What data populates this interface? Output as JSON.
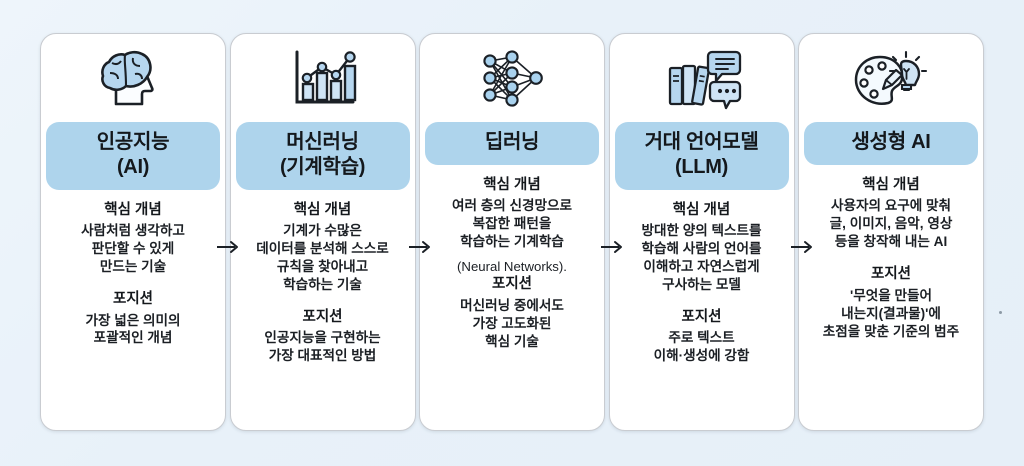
{
  "page": {
    "background_color": "#eaf3fa",
    "card_background": "#ffffff",
    "header_band_color": "#aed4ec",
    "icon_accent_color": "#a9d2ee",
    "text_color": "#14181c",
    "section_labels": {
      "concept": "핵심 개념",
      "position": "포지션"
    }
  },
  "cards": [
    {
      "icon": "brain-head-icon",
      "title_lines": [
        "인공지능",
        "(AI)"
      ],
      "concept_label": "핵심 개념",
      "concept_text": "사람처럼 생각하고\n판단할 수 있게\n만드는 기술",
      "note": "",
      "position_label": "포지션",
      "position_text": "가장 넓은 의미의\n포괄적인 개념"
    },
    {
      "icon": "bar-chart-line-icon",
      "title_lines": [
        "머신러닝",
        "(기계학습)"
      ],
      "concept_label": "핵심 개념",
      "concept_text": "기계가 수많은\n데이터를 분석해 스스로\n규칙을 찾아내고\n학습하는 기술",
      "note": "",
      "position_label": "포지션",
      "position_text": "인공지능을 구현하는\n가장 대표적인 방법"
    },
    {
      "icon": "neural-network-icon",
      "title_lines": [
        "딥러닝"
      ],
      "concept_label": "핵심 개념",
      "concept_text": "여러 층의 신경망으로\n복잡한 패턴을\n학습하는 기계학습",
      "note": "(Neural Networks).",
      "position_label": "포지션",
      "position_text": "머신러닝 중에서도\n가장 고도화된\n핵심 기술"
    },
    {
      "icon": "books-chat-icon",
      "title_lines": [
        "거대 언어모델",
        "(LLM)"
      ],
      "concept_label": "핵심 개념",
      "concept_text": "방대한 양의 텍스트를\n학습해 사람의 언어를\n이해하고 자연스럽게\n구사하는 모델",
      "note": "",
      "position_label": "포지션",
      "position_text": "주로 텍스트\n이해·생성에 강함"
    },
    {
      "icon": "palette-bulb-icon",
      "title_lines": [
        "생성형 AI"
      ],
      "concept_label": "핵심 개념",
      "concept_text": "사용자의 요구에 맞춰\n글, 이미지, 음악, 영상\n등을 창작해 내는 AI",
      "note": "",
      "position_label": "포지션",
      "position_text": "'무엇을 만들어\n내는지(결과물)'에\n초점을 맞춘 기준의 범주"
    }
  ],
  "connectors": [
    {
      "name": "arrow-ai-to-ml",
      "glyph": "→"
    },
    {
      "name": "arrow-ml-to-dl",
      "glyph": "→"
    },
    {
      "name": "arrow-dl-to-llm",
      "glyph": "→"
    },
    {
      "name": "arrow-llm-to-genai",
      "glyph": "→"
    }
  ]
}
